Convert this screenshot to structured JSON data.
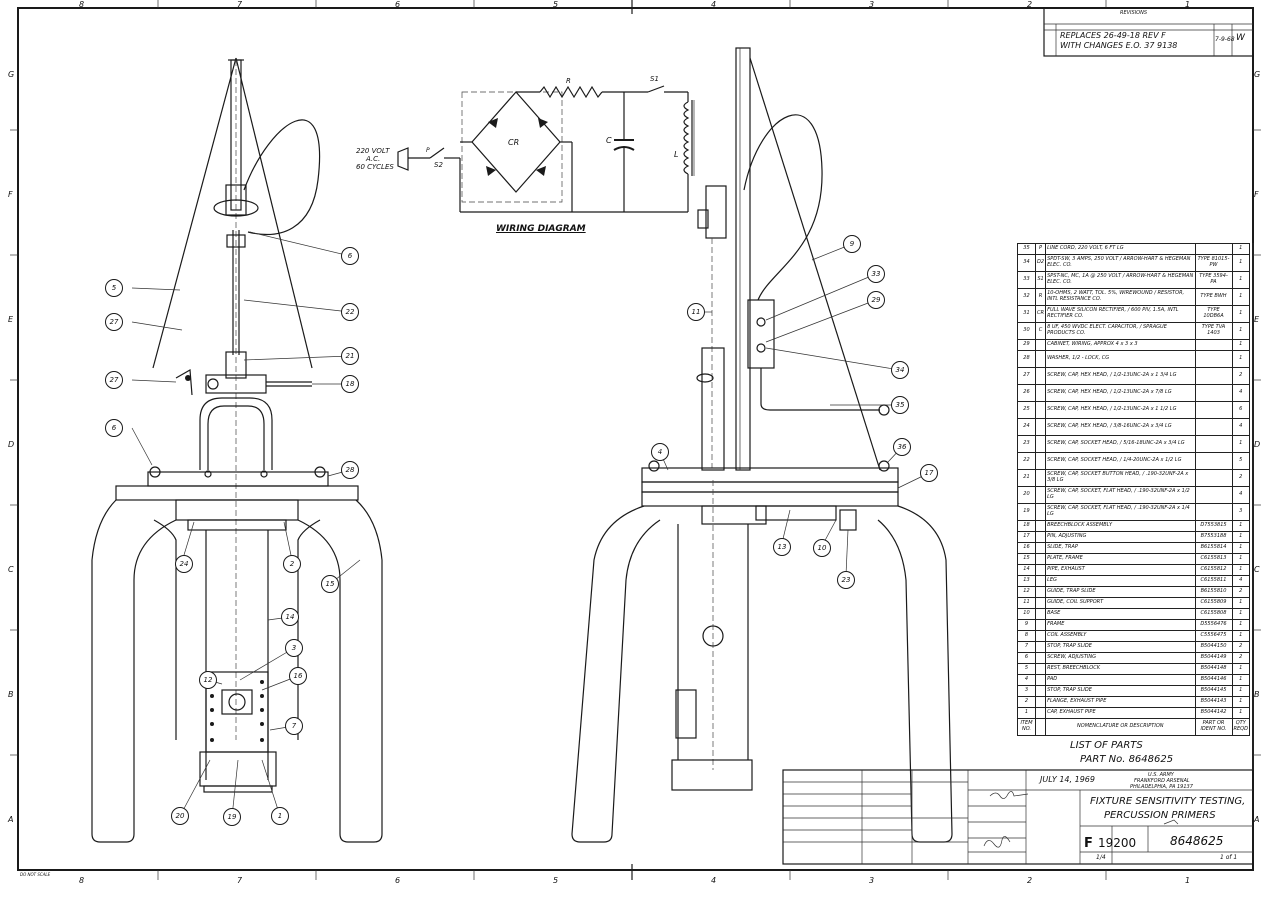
{
  "colors": {
    "ink": "#1a1a1a",
    "paper": "#ffffff"
  },
  "zone_numbers": [
    "8",
    "7",
    "6",
    "5",
    "4",
    "3",
    "2",
    "1"
  ],
  "zone_letters": [
    "G",
    "F",
    "E",
    "D",
    "C",
    "B",
    "A"
  ],
  "revision": {
    "header": "REVISIONS",
    "line1": "REPLACES 26-49-18 REV F",
    "line2": "WITH CHANGES E.O. 37 9138",
    "date": "7-9-68",
    "approved": "W"
  },
  "wiring": {
    "title": "WIRING DIAGRAM",
    "supply": [
      "220 VOLT",
      "A.C.",
      "60 CYCLES"
    ],
    "labels": {
      "r": "R",
      "s1": "S1",
      "s2": "S2",
      "p": "P",
      "cr": "CR",
      "c": "C",
      "l": "L"
    }
  },
  "left_view_callouts": [
    "5",
    "27",
    "27",
    "6",
    "6",
    "22",
    "21",
    "18",
    "28",
    "24",
    "2",
    "15",
    "14",
    "3",
    "12",
    "16",
    "7",
    "20",
    "19",
    "1"
  ],
  "right_view_callouts": [
    "9",
    "33",
    "29",
    "34",
    "35",
    "11",
    "4",
    "36",
    "17",
    "13",
    "10",
    "23"
  ],
  "parts": [
    {
      "no": "35",
      "sym": "P",
      "desc": "LINE CORD, 220 VOLT, 6 FT LG",
      "pn": "",
      "qty": "1"
    },
    {
      "no": "34",
      "sym": "D2",
      "desc": "SPDT-SW, 3 AMPS, 250 VOLT / ARROW-HART & HEGEMAN ELEC. CO.",
      "pn": "TYPE 81015-PW",
      "qty": "1"
    },
    {
      "no": "33",
      "sym": "S1",
      "desc": "SPST-NC, MC, 1A @ 250 VOLT / ARROW-HART & HEGEMAN ELEC. CO.",
      "pn": "TYPE 3594-PA",
      "qty": "1"
    },
    {
      "no": "32",
      "sym": "R",
      "desc": "10-OHMS, 2 WATT, TOL. 5%, WIREWOUND / RESISTOR, INTL RESISTANCE CO.",
      "pn": "TYPE BWH",
      "qty": "1"
    },
    {
      "no": "31",
      "sym": "CR",
      "desc": "FULL WAVE SILICON RECTIFIER, / 600 PIV, 1.5A, INTL RECTIFIER CO.",
      "pn": "TYPE 10DB6A",
      "qty": "1"
    },
    {
      "no": "30",
      "sym": "C",
      "desc": "8 UF, 450 WVDC ELECT. CAPACITOR, / SPRAGUE PRODUCTS CO.",
      "pn": "TYPE TVA 1403",
      "qty": "1"
    },
    {
      "no": "29",
      "sym": "",
      "desc": "CABINET, WIRING, APPROX 4 x 3 x 3",
      "pn": "",
      "qty": "1"
    },
    {
      "no": "28",
      "sym": "",
      "desc": "WASHER, 1/2 - LOCK, CG",
      "pn": "",
      "qty": "1"
    },
    {
      "no": "27",
      "sym": "",
      "desc": "SCREW, CAP, HEX HEAD, / 1/2-13UNC-2A x 1 3/4 LG",
      "pn": "",
      "qty": "2"
    },
    {
      "no": "26",
      "sym": "",
      "desc": "SCREW, CAP, HEX HEAD, / 1/2-13UNC-2A x 7/8 LG",
      "pn": "",
      "qty": "4"
    },
    {
      "no": "25",
      "sym": "",
      "desc": "SCREW, CAP, HEX HEAD, / 1/2-13UNC-2A x 1 1/2 LG",
      "pn": "",
      "qty": "6"
    },
    {
      "no": "24",
      "sym": "",
      "desc": "SCREW, CAP, HEX HEAD, / 3/8-16UNC-2A x 3/4 LG",
      "pn": "",
      "qty": "4"
    },
    {
      "no": "23",
      "sym": "",
      "desc": "SCREW, CAP, SOCKET HEAD, / 5/16-18UNC-2A x 3/4 LG",
      "pn": "",
      "qty": "1"
    },
    {
      "no": "22",
      "sym": "",
      "desc": "SCREW, CAP, SOCKET HEAD, / 1/4-20UNC-2A x 1/2 LG",
      "pn": "",
      "qty": "5"
    },
    {
      "no": "21",
      "sym": "",
      "desc": "SCREW, CAP, SOCKET BUTTON HEAD, / .190-32UNF-2A x 3/8 LG",
      "pn": "",
      "qty": "2"
    },
    {
      "no": "20",
      "sym": "",
      "desc": "SCREW, CAP, SOCKET, FLAT HEAD, / .190-32UNF-2A x 1/2 LG",
      "pn": "",
      "qty": "4"
    },
    {
      "no": "19",
      "sym": "",
      "desc": "SCREW, CAP, SOCKET, FLAT HEAD, / .190-32UNF-2A x 1/4 LG",
      "pn": "",
      "qty": "3"
    },
    {
      "no": "18",
      "sym": "",
      "desc": "BREECHBLOCK ASSEMBLY",
      "pn": "D7553815",
      "qty": "1"
    },
    {
      "no": "17",
      "sym": "",
      "desc": "PIN, ADJUSTING",
      "pn": "B7553188",
      "qty": "1"
    },
    {
      "no": "16",
      "sym": "",
      "desc": "SLIDE, TRAP",
      "pn": "B6155814",
      "qty": "1"
    },
    {
      "no": "15",
      "sym": "",
      "desc": "PLATE, FRAME",
      "pn": "C6155813",
      "qty": "1"
    },
    {
      "no": "14",
      "sym": "",
      "desc": "PIPE, EXHAUST",
      "pn": "C6155812",
      "qty": "1"
    },
    {
      "no": "13",
      "sym": "",
      "desc": "LEG",
      "pn": "C6155811",
      "qty": "4"
    },
    {
      "no": "12",
      "sym": "",
      "desc": "GUIDE, TRAP SLIDE",
      "pn": "B6155810",
      "qty": "2"
    },
    {
      "no": "11",
      "sym": "",
      "desc": "GUIDE, COIL SUPPORT",
      "pn": "C6155809",
      "qty": "1"
    },
    {
      "no": "10",
      "sym": "",
      "desc": "BASE",
      "pn": "C6155808",
      "qty": "1"
    },
    {
      "no": "9",
      "sym": "",
      "desc": "FRAME",
      "pn": "D5556476",
      "qty": "1"
    },
    {
      "no": "8",
      "sym": "",
      "desc": "COIL ASSEMBLY",
      "pn": "C5556475",
      "qty": "1"
    },
    {
      "no": "7",
      "sym": "",
      "desc": "STOP, TRAP SLIDE",
      "pn": "B5044150",
      "qty": "2"
    },
    {
      "no": "6",
      "sym": "",
      "desc": "SCREW, ADJUSTING",
      "pn": "B5044149",
      "qty": "2"
    },
    {
      "no": "5",
      "sym": "",
      "desc": "REST, BREECHBLOCK",
      "pn": "B5044148",
      "qty": "1"
    },
    {
      "no": "4",
      "sym": "",
      "desc": "PAD",
      "pn": "B5044146",
      "qty": "1"
    },
    {
      "no": "3",
      "sym": "",
      "desc": "STOP, TRAP SLIDE",
      "pn": "B5044145",
      "qty": "1"
    },
    {
      "no": "2",
      "sym": "",
      "desc": "FLANGE, EXHAUST PIPE",
      "pn": "B5044143",
      "qty": "1"
    },
    {
      "no": "1",
      "sym": "",
      "desc": "CAP, EXHAUST PIPE",
      "pn": "B5044142",
      "qty": "1"
    }
  ],
  "parts_header": {
    "no": "ITEM NO.",
    "desc": "NOMENCLATURE OR DESCRIPTION",
    "pn": "PART OR IDENT NO.",
    "qty": "QTY REQD"
  },
  "list_title": "LIST OF PARTS",
  "part_number_line": "PART No. 8648625",
  "title_block": {
    "agency": "U.S. ARMY",
    "arsenal": "FRANKFORD ARSENAL",
    "city": "PHILADELPHIA, PA 19137",
    "title_line1": "FIXTURE SENSITIVITY TESTING,",
    "title_line2": "PERCUSSION PRIMERS",
    "date": "JULY 14, 1969",
    "size": "F",
    "code_ident": "19200",
    "dwg_no": "8648625",
    "scale": "1/4",
    "sheet": "1 of 1"
  },
  "ref_small": [
    "DO NOT SCALE"
  ]
}
